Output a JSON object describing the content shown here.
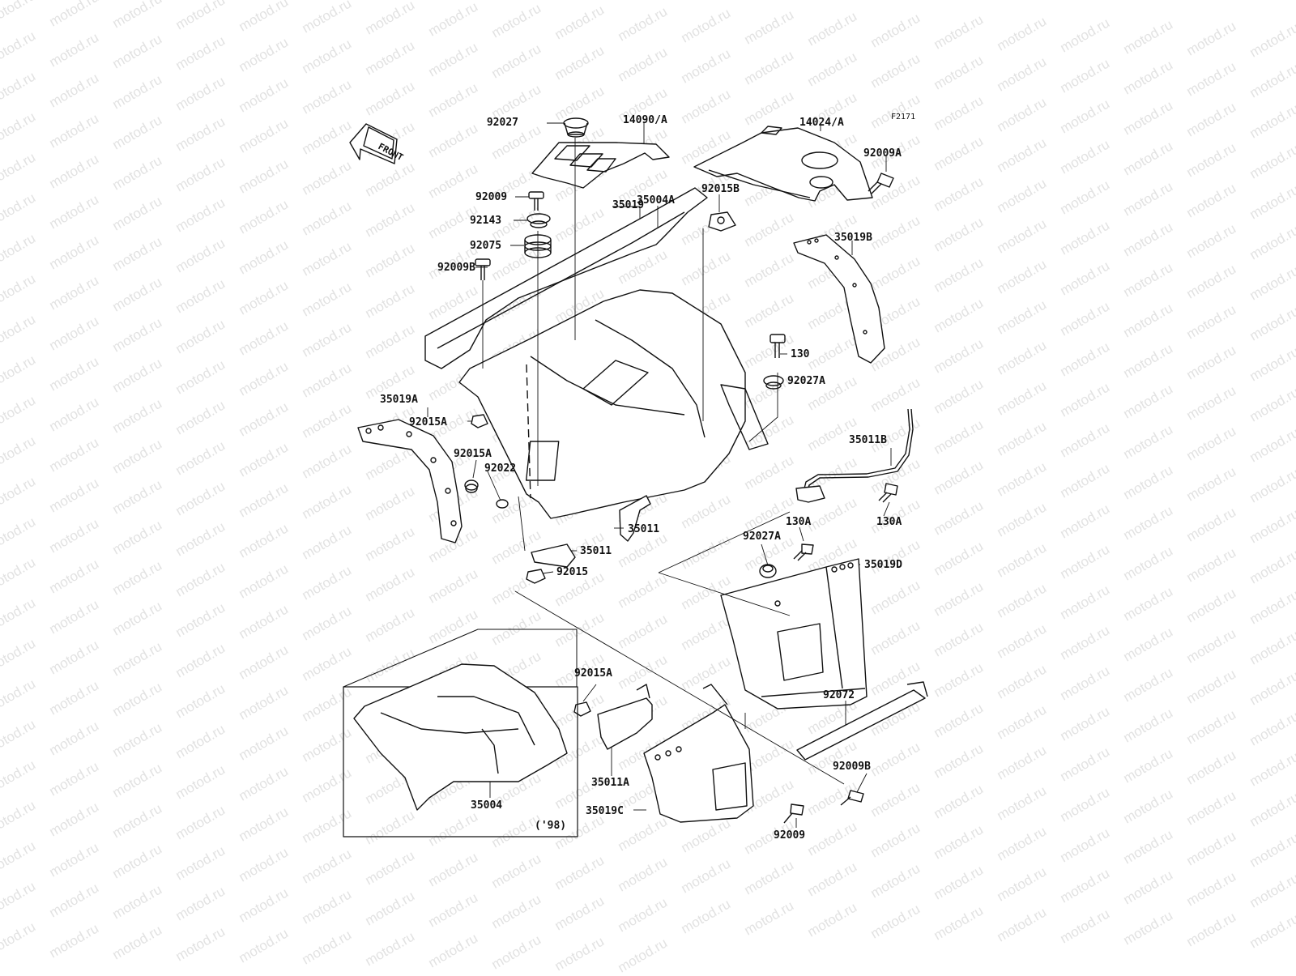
{
  "diagram": {
    "figure_code": "F2171",
    "front_arrow_label": "FRONT",
    "watermark_text": "motod.ru",
    "inset_year_label": "('98)",
    "part_labels": {
      "p92027": "92027",
      "p14090A": "14090/A",
      "p14024A": "14024/A",
      "p92009A": "92009A",
      "p92009": "92009",
      "p92143": "92143",
      "p35019": "35019",
      "p92075": "92075",
      "p92009B": "92009B",
      "p35004A": "35004A",
      "p92015B": "92015B",
      "p35019B": "35019B",
      "p130": "130",
      "p92027A": "92027A",
      "p35019A": "35019A",
      "p92015A": "92015A",
      "p92015A_2": "92015A",
      "p92022": "92022",
      "p35011B": "35011B",
      "p35011": "35011",
      "p35011_2": "35011",
      "p92015": "92015",
      "p130A_1": "130A",
      "p130A_2": "130A",
      "p92027A_2": "92027A",
      "p35019D": "35019D",
      "p92015A_3": "92015A",
      "p92072": "92072",
      "p35011A": "35011A",
      "p92009B_2": "92009B",
      "p35004": "35004",
      "p35019C": "35019C",
      "p92009_2": "92009"
    }
  }
}
